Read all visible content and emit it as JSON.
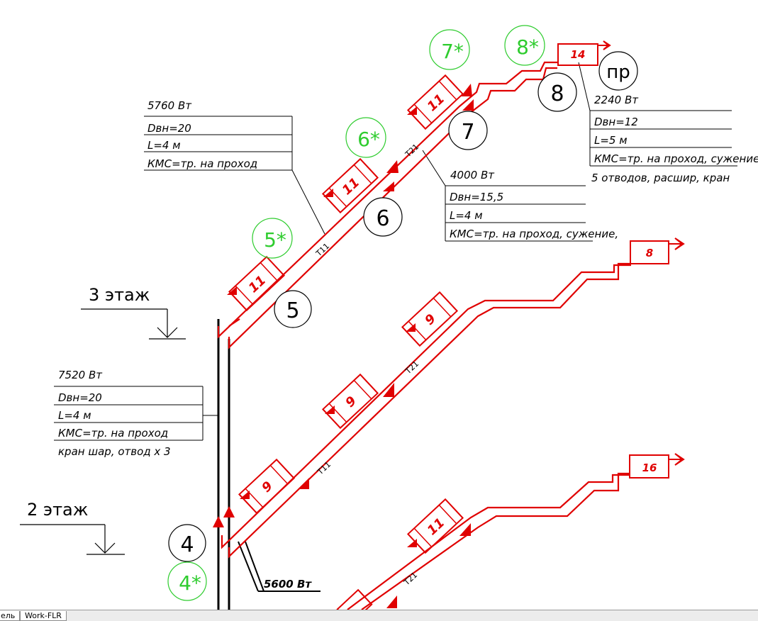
{
  "floors": {
    "f3": "3 этаж",
    "f2": "2 этаж"
  },
  "tables": {
    "t5760": {
      "title": "5760 Вт",
      "rows": [
        "Dвн=20",
        "L=4 м",
        "КМС=тр. на проход"
      ]
    },
    "t4000": {
      "title": "4000 Вт",
      "rows": [
        "Dвн=15,5",
        "L=4 м",
        "КМС=тр. на проход, сужение,"
      ]
    },
    "t2240": {
      "title": "2240 Вт",
      "rows": [
        "Dвн=12",
        "L=5 м",
        "КМС=тр. на проход, сужение,"
      ],
      "extra": "5 отводов, расшир, кран"
    },
    "t7520": {
      "title": "7520 Вт",
      "rows": [
        "Dвн=20",
        "L=4 м",
        "КМС=тр. на проход"
      ],
      "extra": "кран шар, отвод х 3"
    }
  },
  "note_5600": "5600 Вт",
  "nodes": {
    "n4": "4",
    "n5": "5",
    "n6": "6",
    "n7": "7",
    "n8": "8",
    "np": "пр"
  },
  "green": {
    "g4": "4*",
    "g5": "5*",
    "g6": "6*",
    "g7": "7*",
    "g8": "8*"
  },
  "radiators": {
    "r14": "14",
    "r8": "8",
    "r16": "16",
    "s11a": "11",
    "s11b": "11",
    "s11c": "11",
    "s11d": "11",
    "s9a": "9",
    "s9b": "9",
    "s9c": "9"
  },
  "pipe_labels": {
    "t11": "Т11",
    "t21": "Т21"
  },
  "tabs": {
    "model": "ель",
    "work": "Work-FLR"
  }
}
